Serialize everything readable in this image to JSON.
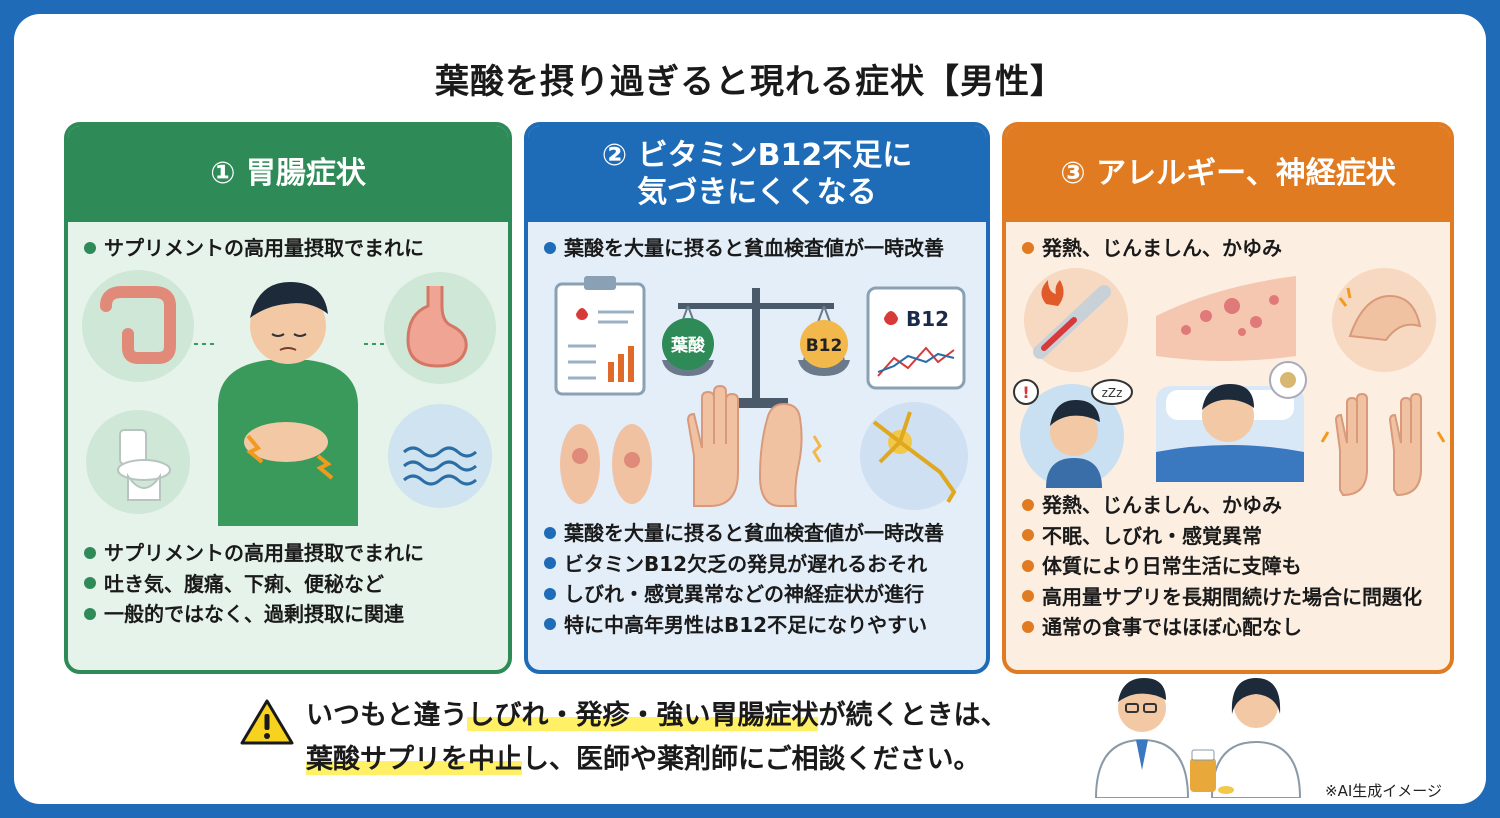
{
  "title": "葉酸を摂り過ぎると現れる症状【男性】",
  "colors": {
    "green": "#2e8b57",
    "blue": "#1e6bb8",
    "orange": "#e07b22",
    "highlight": "#fff066"
  },
  "panels": [
    {
      "heading": "① 胃腸症状",
      "lead": "サプリメントの高用量摂取でまれに",
      "icons": [
        "intestine-icon",
        "stomach-pain-man-icon",
        "stomach-icon",
        "toilet-icon",
        "wave-icon"
      ],
      "bullets": [
        "サプリメントの高用量摂取でまれに",
        "吐き気、腹痛、下痢、便秘など",
        "一般的ではなく、過剰摂取に関連"
      ]
    },
    {
      "heading_line1": "② ビタミンB12不足に",
      "heading_line2": "気づきにくくなる",
      "lead": "葉酸を大量に摂ると貧血検査値が一時改善",
      "scale_left": "葉酸",
      "scale_right": "B12",
      "chart_card_label": "B12",
      "icons": [
        "clipboard-icon",
        "balance-scale-icon",
        "chart-card-icon",
        "feet-icon",
        "hand-icon",
        "foot-icon",
        "neuron-icon"
      ],
      "bullets": [
        "葉酸を大量に摂ると貧血検査値が一時改善",
        "ビタミンB12欠乏の発見が遅れるおそれ",
        "しびれ・感覚異常などの神経症状が進行",
        "特に中高年男性はB12不足になりやすい"
      ]
    },
    {
      "heading": "③ アレルギー、神経症状",
      "lead": "発熱、じんましん、かゆみ",
      "sleep_label": "zZz",
      "icons": [
        "thermometer-icon",
        "rash-skin-icon",
        "itchy-hands-icon",
        "worried-man-icon",
        "sleeping-man-icon",
        "tingling-hands-icon"
      ],
      "bullets": [
        "発熱、じんましん、かゆみ",
        "不眠、しびれ・感覚異常",
        "体質により日常生活に支障も",
        "高用量サプリを長期間続けた場合に問題化",
        "通常の食事ではほぼ心配なし"
      ]
    }
  ],
  "warning": {
    "line1_a": "いつもと違う",
    "line1_hl": "しびれ・発疹・強い胃腸症状",
    "line1_b": "が続くときは、",
    "line2_hl": "葉酸サプリを中止",
    "line2_b": "し、医師や薬剤師にご相談ください。"
  },
  "ai_note": "※AI生成イメージ"
}
